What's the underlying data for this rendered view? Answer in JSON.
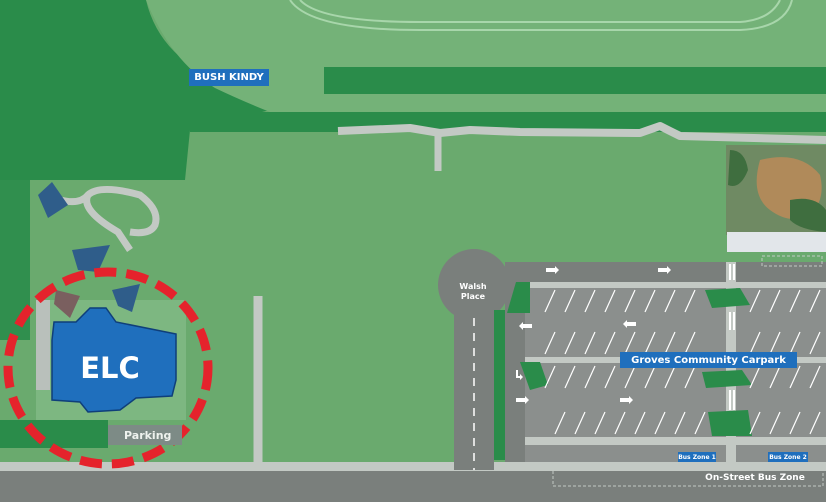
{
  "map": {
    "labels": {
      "bush_kindy": "BUSH KINDY",
      "elc": "ELC",
      "parking": "Parking",
      "walsh_place_line1": "Walsh",
      "walsh_place_line2": "Place",
      "groves_carpark": "Groves Community Carpark",
      "bus_zone_1": "Bus Zone 1",
      "bus_zone_2": "Bus Zone 2",
      "on_street_bus_zone": "On-Street Bus Zone"
    },
    "colors": {
      "grass_light": "#6aaa6e",
      "grass_dark": "#2a8c4a",
      "path": "#c3c9c4",
      "road": "#7a7f7c",
      "carpark": "#8b8f8d",
      "building_blue": "#1f6fbd",
      "highlight_red": "#e5232c",
      "shade_sail": "#2f5d8a"
    }
  }
}
